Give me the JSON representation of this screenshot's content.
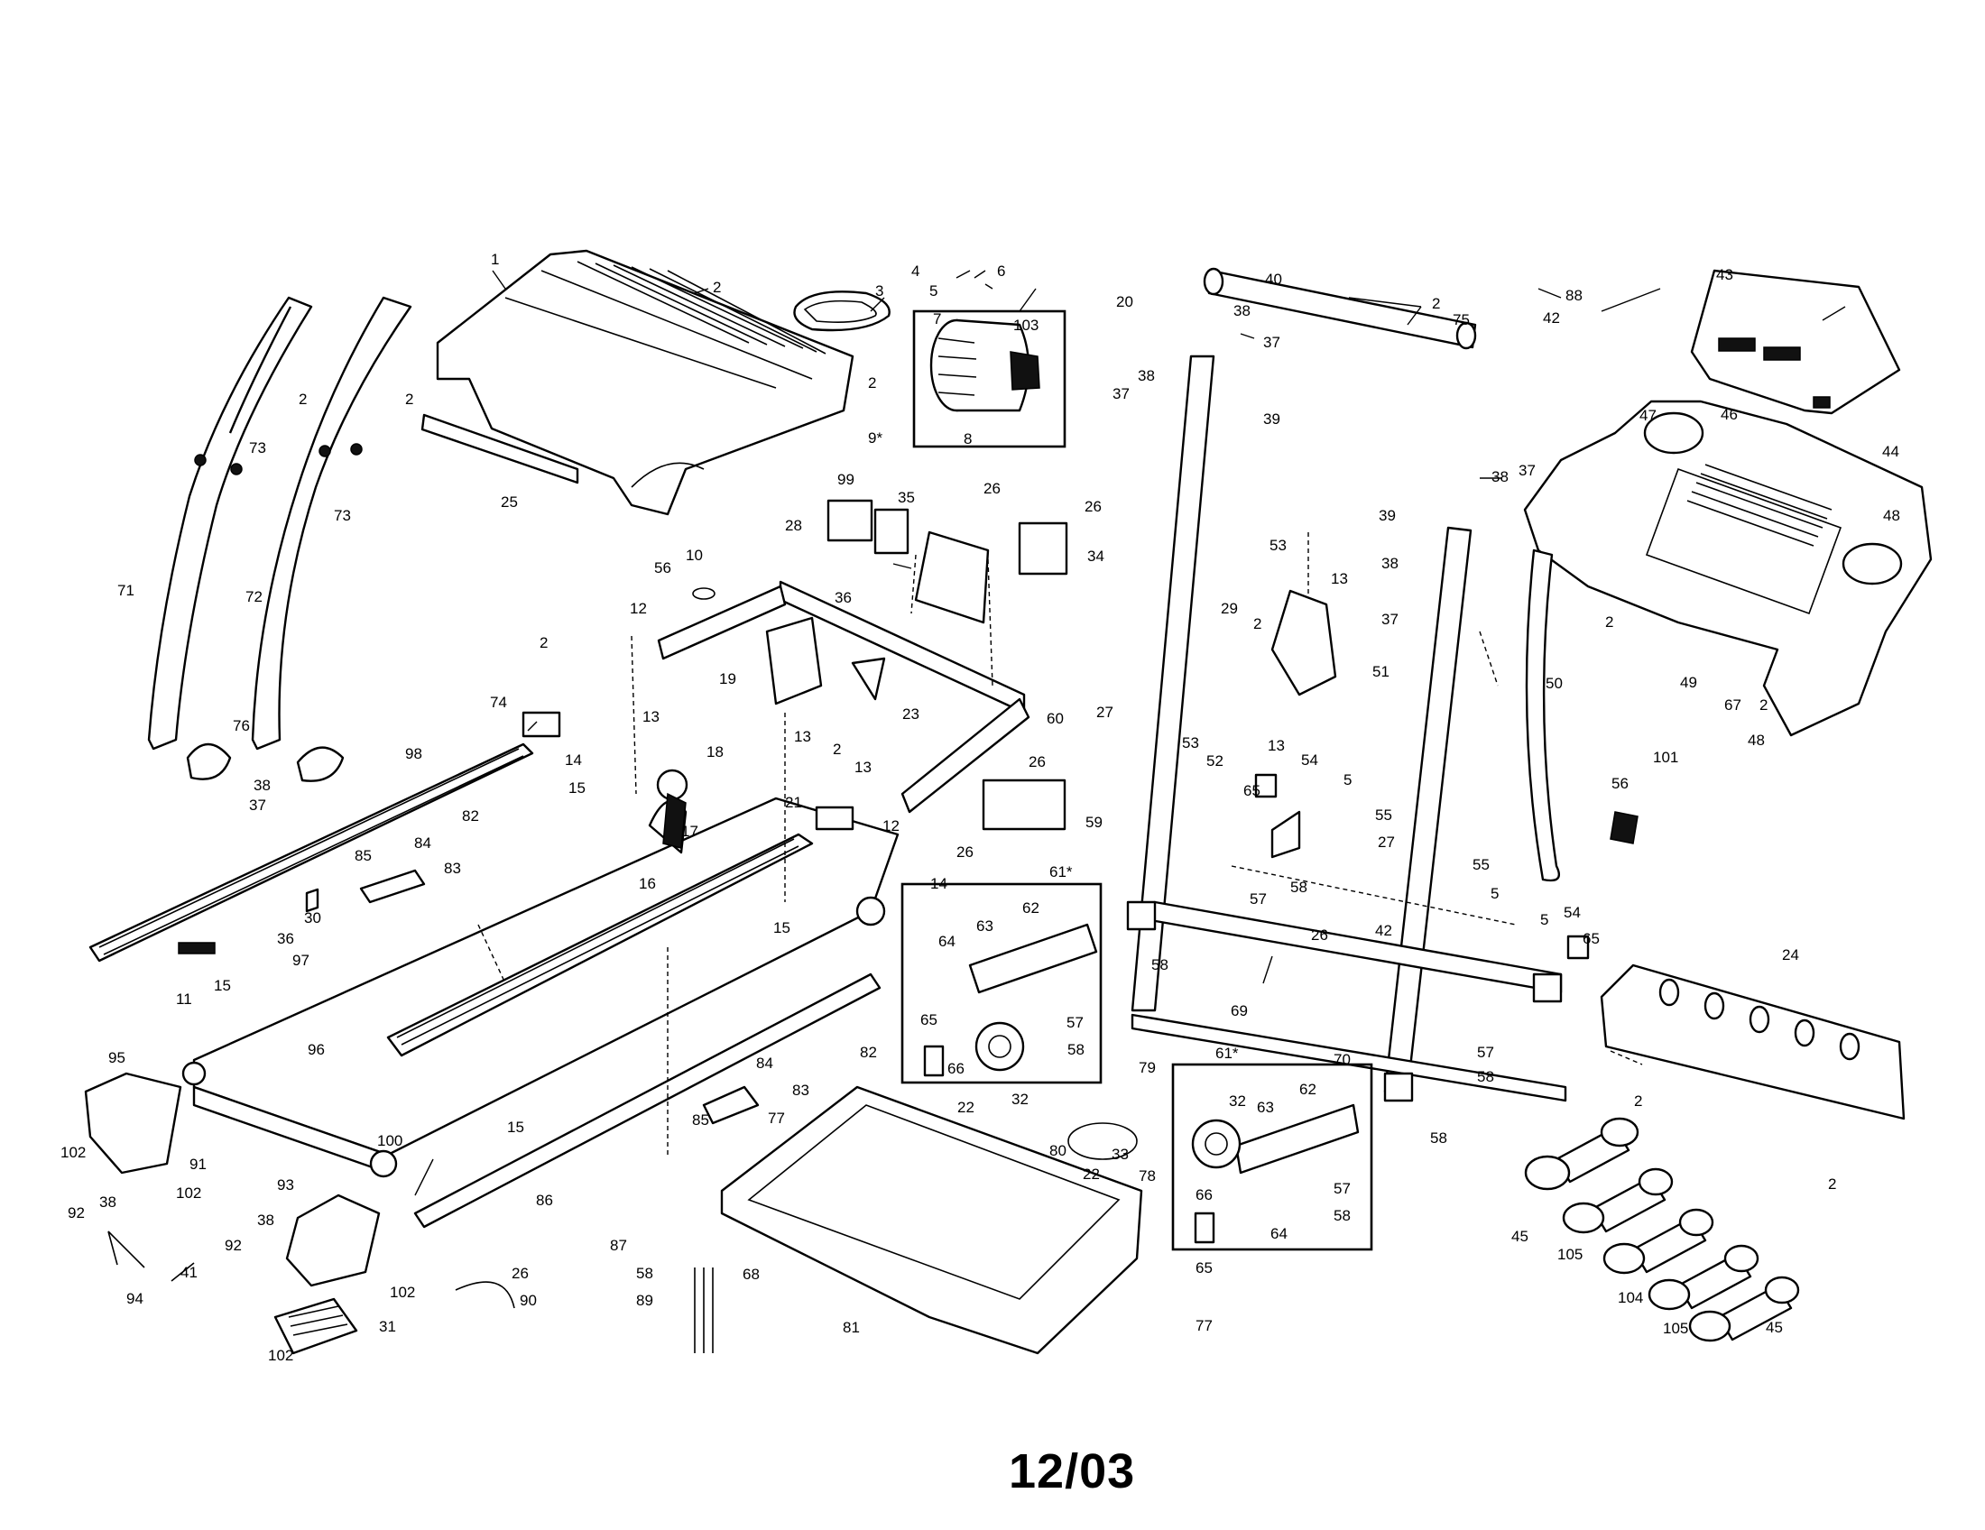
{
  "footer": {
    "date": "12/03"
  },
  "callouts": [
    {
      "id": "c1",
      "text": "1"
    },
    {
      "id": "c2a",
      "text": "2"
    },
    {
      "id": "c3",
      "text": "3"
    },
    {
      "id": "c4",
      "text": "4"
    },
    {
      "id": "c5a",
      "text": "5"
    },
    {
      "id": "c6",
      "text": "6"
    },
    {
      "id": "c7",
      "text": "7"
    },
    {
      "id": "c103",
      "text": "103"
    },
    {
      "id": "c20",
      "text": "20"
    },
    {
      "id": "c2b",
      "text": "2"
    },
    {
      "id": "c9",
      "text": "9*"
    },
    {
      "id": "c8",
      "text": "8"
    },
    {
      "id": "c40",
      "text": "40"
    },
    {
      "id": "c38a",
      "text": "38"
    },
    {
      "id": "c37a",
      "text": "37"
    },
    {
      "id": "c2c",
      "text": "2"
    },
    {
      "id": "c88",
      "text": "88"
    },
    {
      "id": "c43",
      "text": "43"
    },
    {
      "id": "c75",
      "text": "75"
    },
    {
      "id": "c42a",
      "text": "42"
    },
    {
      "id": "c37b",
      "text": "37"
    },
    {
      "id": "c38b",
      "text": "38"
    },
    {
      "id": "c39a",
      "text": "39"
    },
    {
      "id": "c47",
      "text": "47"
    },
    {
      "id": "c46",
      "text": "46"
    },
    {
      "id": "c44",
      "text": "44"
    },
    {
      "id": "c48a",
      "text": "48"
    },
    {
      "id": "c2d",
      "text": "2"
    },
    {
      "id": "c2e",
      "text": "2"
    },
    {
      "id": "c73a",
      "text": "73"
    },
    {
      "id": "c73b",
      "text": "73"
    },
    {
      "id": "c71",
      "text": "71"
    },
    {
      "id": "c72",
      "text": "72"
    },
    {
      "id": "c25",
      "text": "25"
    },
    {
      "id": "c99",
      "text": "99"
    },
    {
      "id": "c35",
      "text": "35"
    },
    {
      "id": "c26a",
      "text": "26"
    },
    {
      "id": "c26b",
      "text": "26"
    },
    {
      "id": "c34",
      "text": "34"
    },
    {
      "id": "c28",
      "text": "28"
    },
    {
      "id": "c36",
      "text": "36"
    },
    {
      "id": "c10",
      "text": "10"
    },
    {
      "id": "c56a",
      "text": "56"
    },
    {
      "id": "c12a",
      "text": "12"
    },
    {
      "id": "c19",
      "text": "19"
    },
    {
      "id": "c13a",
      "text": "13"
    },
    {
      "id": "c13b",
      "text": "13"
    },
    {
      "id": "c23",
      "text": "23"
    },
    {
      "id": "c60",
      "text": "60"
    },
    {
      "id": "c18",
      "text": "18"
    },
    {
      "id": "c17",
      "text": "17"
    },
    {
      "id": "c14a",
      "text": "14"
    },
    {
      "id": "c15a",
      "text": "15"
    },
    {
      "id": "c2f",
      "text": "2"
    },
    {
      "id": "c13c",
      "text": "13"
    },
    {
      "id": "c21",
      "text": "21"
    },
    {
      "id": "c12b",
      "text": "12"
    },
    {
      "id": "c26c",
      "text": "26"
    },
    {
      "id": "c26d",
      "text": "26"
    },
    {
      "id": "c59",
      "text": "59"
    },
    {
      "id": "c39b",
      "text": "39"
    },
    {
      "id": "c38c",
      "text": "38"
    },
    {
      "id": "c37c",
      "text": "37"
    },
    {
      "id": "c38d",
      "text": "38"
    },
    {
      "id": "c37d",
      "text": "37"
    },
    {
      "id": "c53a",
      "text": "53"
    },
    {
      "id": "c13d",
      "text": "13"
    },
    {
      "id": "c29",
      "text": "29"
    },
    {
      "id": "c2g",
      "text": "2"
    },
    {
      "id": "c51",
      "text": "51"
    },
    {
      "id": "c27a",
      "text": "27"
    },
    {
      "id": "c53b",
      "text": "53"
    },
    {
      "id": "c52",
      "text": "52"
    },
    {
      "id": "c13e",
      "text": "13"
    },
    {
      "id": "c54a",
      "text": "54"
    },
    {
      "id": "c5b",
      "text": "5"
    },
    {
      "id": "c65a",
      "text": "65"
    },
    {
      "id": "c55a",
      "text": "55"
    },
    {
      "id": "c27b",
      "text": "27"
    },
    {
      "id": "c58a",
      "text": "58"
    },
    {
      "id": "c57a",
      "text": "57"
    },
    {
      "id": "c2h",
      "text": "2"
    },
    {
      "id": "c50",
      "text": "50"
    },
    {
      "id": "c49",
      "text": "49"
    },
    {
      "id": "c67",
      "text": "67"
    },
    {
      "id": "c2i",
      "text": "2"
    },
    {
      "id": "c101",
      "text": "101"
    },
    {
      "id": "c48b",
      "text": "48"
    },
    {
      "id": "c56b",
      "text": "56"
    },
    {
      "id": "c2j",
      "text": "2"
    },
    {
      "id": "c74",
      "text": "74"
    },
    {
      "id": "c98",
      "text": "98"
    },
    {
      "id": "c76",
      "text": "76"
    },
    {
      "id": "c38e",
      "text": "38"
    },
    {
      "id": "c37e",
      "text": "37"
    },
    {
      "id": "c82a",
      "text": "82"
    },
    {
      "id": "c84a",
      "text": "84"
    },
    {
      "id": "c83a",
      "text": "83"
    },
    {
      "id": "c85a",
      "text": "85"
    },
    {
      "id": "c16",
      "text": "16"
    },
    {
      "id": "c30",
      "text": "30"
    },
    {
      "id": "c36b",
      "text": "36"
    },
    {
      "id": "c97",
      "text": "97"
    },
    {
      "id": "c11",
      "text": "11"
    },
    {
      "id": "c15b",
      "text": "15"
    },
    {
      "id": "c96",
      "text": "96"
    },
    {
      "id": "c15c",
      "text": "15"
    },
    {
      "id": "c14b",
      "text": "14"
    },
    {
      "id": "c61a",
      "text": "61*"
    },
    {
      "id": "c62a",
      "text": "62"
    },
    {
      "id": "c63a",
      "text": "63"
    },
    {
      "id": "c64a",
      "text": "64"
    },
    {
      "id": "c65b",
      "text": "65"
    },
    {
      "id": "c66a",
      "text": "66"
    },
    {
      "id": "c57b",
      "text": "57"
    },
    {
      "id": "c58b",
      "text": "58"
    },
    {
      "id": "c32a",
      "text": "32"
    },
    {
      "id": "c58c",
      "text": "58"
    },
    {
      "id": "c26e",
      "text": "26"
    },
    {
      "id": "c42b",
      "text": "42"
    },
    {
      "id": "c69",
      "text": "69"
    },
    {
      "id": "c70",
      "text": "70"
    },
    {
      "id": "c55b",
      "text": "55"
    },
    {
      "id": "c5c",
      "text": "5"
    },
    {
      "id": "c5d",
      "text": "5"
    },
    {
      "id": "c54b",
      "text": "54"
    },
    {
      "id": "c65c",
      "text": "65"
    },
    {
      "id": "c24",
      "text": "24"
    },
    {
      "id": "c57c",
      "text": "57"
    },
    {
      "id": "c58d",
      "text": "58"
    },
    {
      "id": "c58e",
      "text": "58"
    },
    {
      "id": "c2k",
      "text": "2"
    },
    {
      "id": "c2l",
      "text": "2"
    },
    {
      "id": "c95",
      "text": "95"
    },
    {
      "id": "c102a",
      "text": "102"
    },
    {
      "id": "c91",
      "text": "91"
    },
    {
      "id": "c92a",
      "text": "92"
    },
    {
      "id": "c38f",
      "text": "38"
    },
    {
      "id": "c102b",
      "text": "102"
    },
    {
      "id": "c100",
      "text": "100"
    },
    {
      "id": "c15d",
      "text": "15"
    },
    {
      "id": "c86",
      "text": "86"
    },
    {
      "id": "c82b",
      "text": "82"
    },
    {
      "id": "c84b",
      "text": "84"
    },
    {
      "id": "c83b",
      "text": "83"
    },
    {
      "id": "c85b",
      "text": "85"
    },
    {
      "id": "c77a",
      "text": "77"
    },
    {
      "id": "c22a",
      "text": "22"
    },
    {
      "id": "c79",
      "text": "79"
    },
    {
      "id": "c80",
      "text": "80"
    },
    {
      "id": "c22b",
      "text": "22"
    },
    {
      "id": "c33",
      "text": "33"
    },
    {
      "id": "c78",
      "text": "78"
    },
    {
      "id": "c61b",
      "text": "61*"
    },
    {
      "id": "c32b",
      "text": "32"
    },
    {
      "id": "c62b",
      "text": "62"
    },
    {
      "id": "c63b",
      "text": "63"
    },
    {
      "id": "c66b",
      "text": "66"
    },
    {
      "id": "c57d",
      "text": "57"
    },
    {
      "id": "c58f",
      "text": "58"
    },
    {
      "id": "c64b",
      "text": "64"
    },
    {
      "id": "c65d",
      "text": "65"
    },
    {
      "id": "c93",
      "text": "93"
    },
    {
      "id": "c38g",
      "text": "38"
    },
    {
      "id": "c92b",
      "text": "92"
    },
    {
      "id": "c102c",
      "text": "102"
    },
    {
      "id": "c31",
      "text": "31"
    },
    {
      "id": "c102d",
      "text": "102"
    },
    {
      "id": "c94",
      "text": "94"
    },
    {
      "id": "c41",
      "text": "41"
    },
    {
      "id": "c26f",
      "text": "26"
    },
    {
      "id": "c90",
      "text": "90"
    },
    {
      "id": "c87",
      "text": "87"
    },
    {
      "id": "c58g",
      "text": "58"
    },
    {
      "id": "c89",
      "text": "89"
    },
    {
      "id": "c68",
      "text": "68"
    },
    {
      "id": "c81",
      "text": "81"
    },
    {
      "id": "c77b",
      "text": "77"
    },
    {
      "id": "c45a",
      "text": "45"
    },
    {
      "id": "c105a",
      "text": "105"
    },
    {
      "id": "c104",
      "text": "104"
    },
    {
      "id": "c105b",
      "text": "105"
    },
    {
      "id": "c45b",
      "text": "45"
    }
  ]
}
